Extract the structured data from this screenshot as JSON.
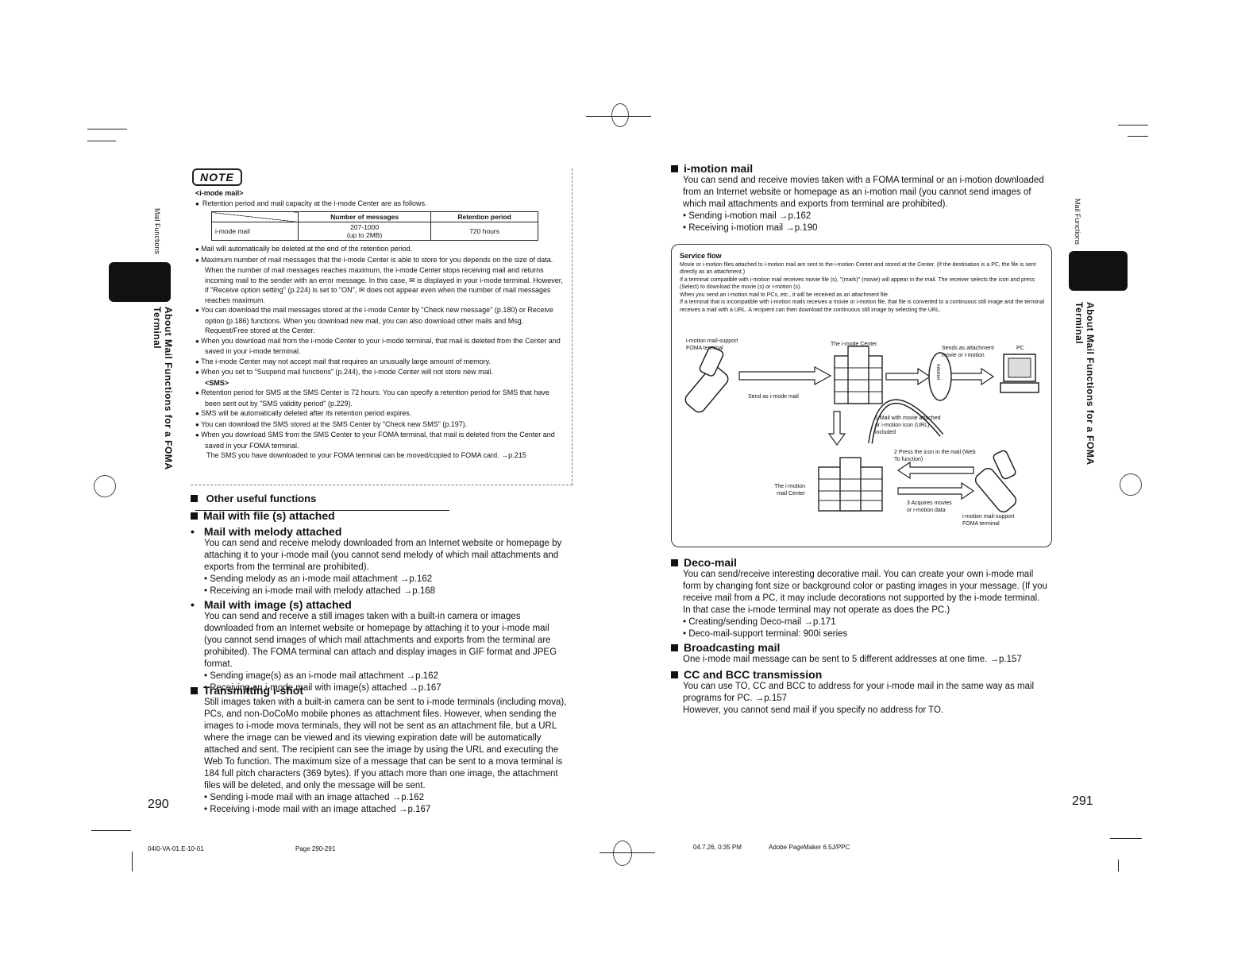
{
  "left_page": {
    "number": "290",
    "side_header": "Mail Functions",
    "side_title": "About Mail Functions for a FOMA Terminal",
    "note_label": "NOTE",
    "imode_heading": "<i-mode mail>",
    "retention_intro": "Retention period and mail capacity at the i-mode Center are as follows.",
    "table": {
      "headers": [
        "",
        "Number of messages",
        "Retention period"
      ],
      "row_label": "i-mode mail",
      "messages": "207-1000",
      "messages_sub": "(up to 2MB)",
      "retention": "720 hours"
    },
    "note_items": [
      "Mail will automatically be deleted at the end of the retention period.",
      "Maximum number of mail messages that the i-mode Center is able to store for you depends on the size of data. When the number of mail messages reaches maximum, the i-mode Center stops receiving mail and returns incoming mail to the sender with an error message. In this case, ✉ is displayed in your i-mode terminal. However, if \"Receive option setting\" (p.224) is set to \"ON\", ✉ does not appear even when the number of mail messages reaches maximum.",
      "You can download the mail messages stored at the i-mode Center by \"Check new message\" (p.180) or Receive option (p.186) functions. When you download new mail, you can also download other mails and Msg. Request/Free stored at the Center.",
      "When you download mail from the i-mode Center to your i-mode terminal, that mail is deleted from the Center and saved in your i-mode terminal.",
      "The i-mode Center may not accept mail that requires an unusually large amount of memory.",
      "When you set to \"Suspend mail functions\" (p.244), the i-mode Center will not store new mail."
    ],
    "sms_heading": "<SMS>",
    "sms_items": [
      "Retention period for SMS at the SMS Center is 72 hours. You can specify a retention period for SMS that have been sent out by \"SMS validity period\" (p.229).",
      "SMS will be automatically deleted after its retention period expires.",
      "You can download the SMS stored at the SMS Center by \"Check new SMS\" (p.197).",
      "When you download SMS from the SMS Center to your FOMA terminal, that mail is deleted from the Center and saved in your FOMA terminal."
    ],
    "sms_tail": "The SMS you have downloaded to your FOMA terminal can be moved/copied to FOMA card. →p.215",
    "other_heading": "Other useful functions",
    "file_heading": "Mail with file (s) attached",
    "melody": {
      "heading": "Mail with melody attached",
      "body": "You can send and receive melody downloaded from an Internet website or homepage by attaching it to your i-mode mail (you cannot send melody of which mail attachments and exports from the terminal are prohibited).",
      "ref1": "• Sending melody as an i-mode mail attachment →p.162",
      "ref2": "• Receiving an i-mode mail with melody attached →p.168"
    },
    "image": {
      "heading": "Mail with image (s) attached",
      "body": "You can send and receive a still images taken with a built-in camera or images downloaded from an Internet website or homepage by attaching it to your i-mode mail (you cannot send images of which mail attachments and exports from the terminal are prohibited). The FOMA terminal can attach and display images in GIF format and JPEG format.",
      "ref1": "• Sending image(s) as an i-mode mail attachment →p.162",
      "ref2": "• Receiving an i-mode mail with image(s) attached →p.167"
    },
    "ishot": {
      "heading": "Transmitting i-shot",
      "body": "Still images taken with a built-in camera can be sent to i-mode terminals (including mova), PCs, and non-DoCoMo mobile phones as attachment files. However, when sending the images to i-mode mova terminals, they will not be sent as an attachment file, but a URL where the image can be viewed and its viewing expiration date will be automatically attached and sent. The recipient can see the image by using the URL and executing the Web To function. The maximum size of a message that can be sent to a mova terminal is 184 full pitch characters (369 bytes). If you attach more than one image, the attachment files will be deleted, and only the message will be sent.",
      "ref1": "• Sending i-mode mail with an image attached →p.162",
      "ref2": "• Receiving i-mode mail with an image attached →p.167"
    },
    "footer_code": "04I0-VA-01.E-10-01",
    "footer_page": "Page 290-291"
  },
  "right_page": {
    "number": "291",
    "side_header": "Mail Functions",
    "side_title": "About Mail Functions for a FOMA Terminal",
    "imotion": {
      "heading": "i-motion mail",
      "body": "You can send and receive movies taken with a FOMA terminal or an i-motion downloaded from an Internet website or homepage as an i-motion mail (you cannot send images of which mail attachments and exports from terminal are prohibited).",
      "ref1": "• Sending i-motion mail →p.162",
      "ref2": "• Receiving i-motion mail →p.190"
    },
    "service_flow": {
      "title": "Service flow",
      "lines": [
        "Movie or i-motion files attached to i-motion mail are sent to the i-motion Center and stored at the Center. (If the destination is a PC, the file is sent directly as an attachment.)",
        "If a terminal compatible with i-motion mail receives movie file (s), \"(mark)\" (movie) will appear in the mail. The receiver selects the icon and press (Select) to download the movie (s) or i-motion (s).",
        "When you send an i-motion mail to PCs, etc., it will be received as an attachment file.",
        "If a terminal that is incompatible with i-motion mails receives a movie or i-motion file, that file is converted to a continuous still image and the terminal receives a mail with a URL. A recipient can then download the continuous still image by selecting the URL."
      ],
      "labels": {
        "sender": "i-motion mail-support FOMA terminal",
        "imode_center": "The i-mode Center",
        "send_as": "Send as i-mode mail",
        "sends_attachment": "Sends as attachment movie or i-motion",
        "pc": "PC",
        "internet": "Internet",
        "step1": "1 Mail with movie attached or i-motion icon (URL) included",
        "step2": "2 Press the icon in the mail (Web To function)",
        "step3": "3 Acquires movies or i-motion data",
        "imotion_center": "The i-motion mail Center",
        "receiver": "i-motion mail-support FOMA terminal"
      }
    },
    "deco": {
      "heading": "Deco-mail",
      "body": "You can send/receive interesting decorative mail. You can create your own i-mode mail form by changing font size or background color or pasting images in your message. (If you receive mail from a PC, it may include decorations not supported by the i-mode terminal. In that case the i-mode terminal may not operate as does the PC.)",
      "ref1": "• Creating/sending Deco-mail →p.171",
      "ref2": "• Deco-mail-support terminal: 900i series"
    },
    "broadcast": {
      "heading": "Broadcasting mail",
      "body": "One i-mode mail message can be sent to 5 different addresses at one time. →p.157"
    },
    "ccbcc": {
      "heading": "CC and BCC transmission",
      "body": "You can use TO, CC and BCC to address for your i-mode mail in the same way as mail programs for PC. →p.157",
      "body2": "However, you cannot send mail if you specify no address for TO."
    },
    "footer_date": "04.7.26, 0:35 PM",
    "footer_app": "Adobe PageMaker 6.5J/PPC"
  }
}
